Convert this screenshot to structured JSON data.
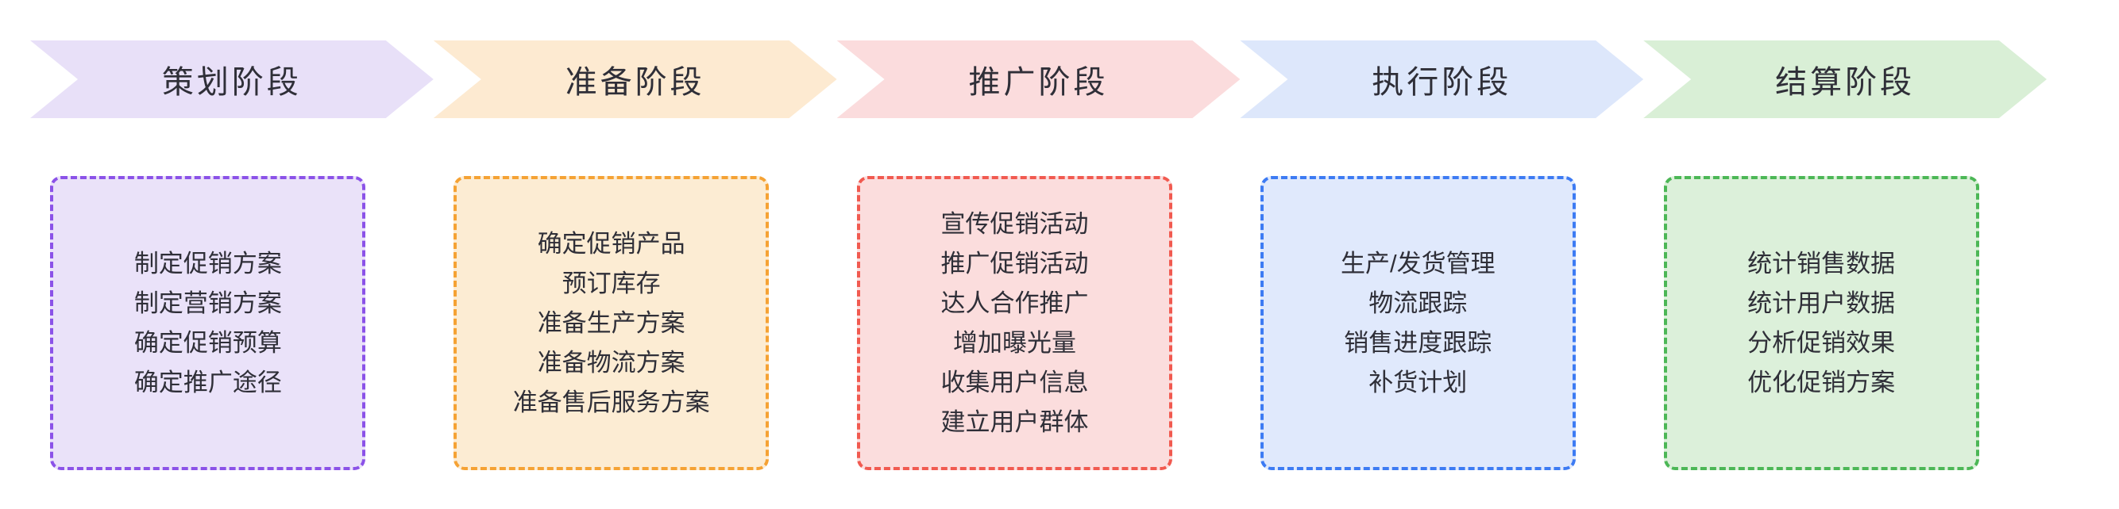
{
  "diagram": {
    "type": "process-flow",
    "orientation": "horizontal",
    "text_color": "#2f2f38",
    "background": "#ffffff"
  },
  "stages": [
    {
      "id": "planning",
      "title": "策划阶段",
      "colors": {
        "arrow_fill": "#e8e0f8",
        "box_fill": "#eae2f9",
        "border": "#8b52e8"
      },
      "items": [
        "制定促销方案",
        "制定营销方案",
        "确定促销预算",
        "确定推广途径"
      ]
    },
    {
      "id": "preparation",
      "title": "准备阶段",
      "colors": {
        "arrow_fill": "#fdead1",
        "box_fill": "#fcecd3",
        "border": "#f5a234"
      },
      "items": [
        "确定促销产品",
        "预订库存",
        "准备生产方案",
        "准备物流方案",
        "准备售后服务方案"
      ]
    },
    {
      "id": "promotion",
      "title": "推广阶段",
      "colors": {
        "arrow_fill": "#fbdcdd",
        "box_fill": "#fbdddd",
        "border": "#f15a50"
      },
      "items": [
        "宣传促销活动",
        "推广促销活动",
        "达人合作推广",
        "增加曝光量",
        "收集用户信息",
        "建立用户群体"
      ]
    },
    {
      "id": "execution",
      "title": "执行阶段",
      "colors": {
        "arrow_fill": "#dde7fb",
        "box_fill": "#e0e9fc",
        "border": "#3d7bf3"
      },
      "items": [
        "生产/发货管理",
        "物流跟踪",
        "销售进度跟踪",
        "补货计划"
      ]
    },
    {
      "id": "settlement",
      "title": "结算阶段",
      "colors": {
        "arrow_fill": "#d9efd6",
        "box_fill": "#dcf0da",
        "border": "#4cb756"
      },
      "items": [
        "统计销售数据",
        "统计用户数据",
        "分析促销效果",
        "优化促销方案"
      ]
    }
  ]
}
